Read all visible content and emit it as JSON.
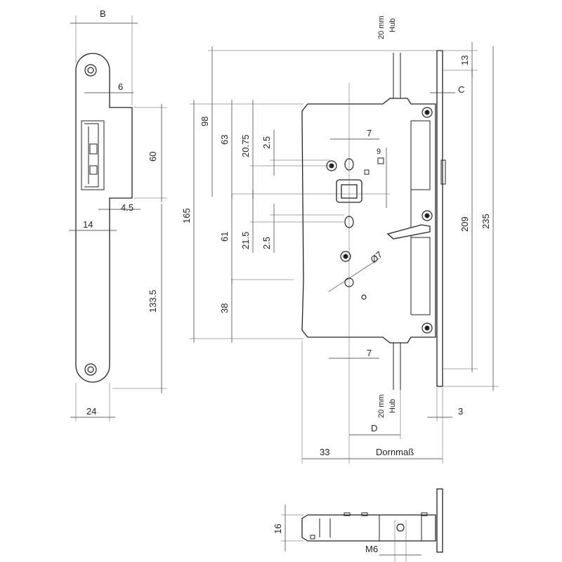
{
  "labels": {
    "B": "B",
    "d6": "6",
    "d60": "60",
    "d4_5": "4.5",
    "d14": "14",
    "d133_5": "133.5",
    "d24": "24",
    "hub_top_1": "20 mm",
    "hub_top_2": "Hub",
    "hub_bot_1": "20 mm",
    "hub_bot_2": "Hub",
    "d13": "13",
    "C": "C",
    "d98": "98",
    "d63": "63",
    "d20_75": "20.75",
    "d2_5a": "2.5",
    "d7a": "7",
    "d9": "9",
    "d165": "165",
    "d61": "61",
    "d21_5": "21.5",
    "d2_5b": "2.5",
    "phi7": "Ø7",
    "d38": "38",
    "d7b": "7",
    "d209": "209",
    "d235": "235",
    "d3": "3",
    "D": "D",
    "d33": "33",
    "dornmass": "Dornmaß",
    "d16": "16",
    "M6": "M6"
  }
}
